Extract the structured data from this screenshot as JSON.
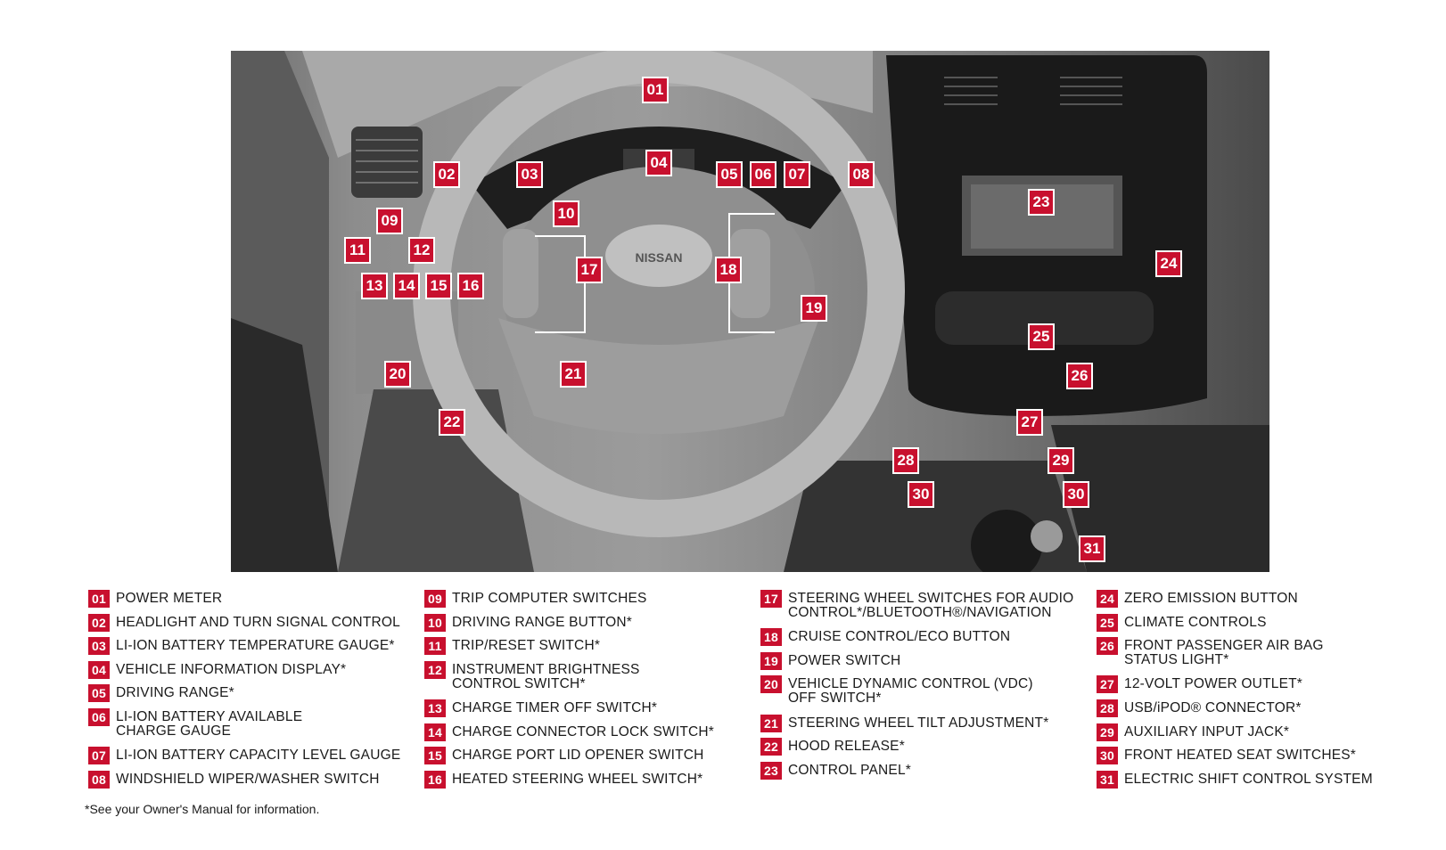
{
  "callouts": {
    "c01": "01",
    "c02": "02",
    "c03": "03",
    "c04": "04",
    "c05": "05",
    "c06": "06",
    "c07": "07",
    "c08": "08",
    "c09": "09",
    "c10": "10",
    "c11": "11",
    "c12": "12",
    "c13": "13",
    "c14": "14",
    "c15": "15",
    "c16": "16",
    "c17": "17",
    "c18": "18",
    "c19": "19",
    "c20": "20",
    "c21": "21",
    "c22": "22",
    "c23": "23",
    "c24": "24",
    "c25": "25",
    "c26": "26",
    "c27": "27",
    "c28": "28",
    "c29": "29",
    "c30a": "30",
    "c30b": "30",
    "c31": "31"
  },
  "photo": {
    "logo_text": "NISSAN"
  },
  "legend": {
    "col1": [
      {
        "num": "01",
        "text": "POWER METER"
      },
      {
        "num": "02",
        "text": "HEADLIGHT AND TURN SIGNAL CONTROL"
      },
      {
        "num": "03",
        "text": "LI-ION BATTERY TEMPERATURE GAUGE*"
      },
      {
        "num": "04",
        "text": "VEHICLE INFORMATION DISPLAY*"
      },
      {
        "num": "05",
        "text": "DRIVING RANGE*"
      },
      {
        "num": "06",
        "text": "LI-ION BATTERY AVAILABLE\nCHARGE GAUGE"
      },
      {
        "num": "07",
        "text": "LI-ION BATTERY CAPACITY LEVEL GAUGE"
      },
      {
        "num": "08",
        "text": "WINDSHIELD WIPER/WASHER SWITCH"
      }
    ],
    "col2": [
      {
        "num": "09",
        "text": "TRIP COMPUTER SWITCHES"
      },
      {
        "num": "10",
        "text": "DRIVING RANGE BUTTON*"
      },
      {
        "num": "11",
        "text": "TRIP/RESET SWITCH*"
      },
      {
        "num": "12",
        "text": "INSTRUMENT BRIGHTNESS\nCONTROL SWITCH*"
      },
      {
        "num": "13",
        "text": "CHARGE TIMER OFF SWITCH*"
      },
      {
        "num": "14",
        "text": "CHARGE CONNECTOR LOCK SWITCH*"
      },
      {
        "num": "15",
        "text": "CHARGE PORT LID OPENER SWITCH"
      },
      {
        "num": "16",
        "text": "HEATED STEERING WHEEL SWITCH*"
      }
    ],
    "col3": [
      {
        "num": "17",
        "text": "STEERING WHEEL SWITCHES FOR AUDIO\nCONTROL*/BLUETOOTH®/NAVIGATION"
      },
      {
        "num": "18",
        "text": "CRUISE CONTROL/ECO BUTTON"
      },
      {
        "num": "19",
        "text": "POWER SWITCH"
      },
      {
        "num": "20",
        "text": "VEHICLE DYNAMIC CONTROL (VDC)\nOFF SWITCH*"
      },
      {
        "num": "21",
        "text": "STEERING WHEEL TILT ADJUSTMENT*"
      },
      {
        "num": "22",
        "text": "HOOD RELEASE*"
      },
      {
        "num": "23",
        "text": "CONTROL PANEL*"
      }
    ],
    "col4": [
      {
        "num": "24",
        "text": "ZERO EMISSION BUTTON"
      },
      {
        "num": "25",
        "text": "CLIMATE CONTROLS"
      },
      {
        "num": "26",
        "text": "FRONT PASSENGER AIR BAG\nSTATUS LIGHT*"
      },
      {
        "num": "27",
        "text": "12-VOLT POWER OUTLET*"
      },
      {
        "num": "28",
        "text": "USB/iPOD® CONNECTOR*"
      },
      {
        "num": "29",
        "text": "AUXILIARY INPUT JACK*"
      },
      {
        "num": "30",
        "text": "FRONT HEATED SEAT SWITCHES*"
      },
      {
        "num": "31",
        "text": "ELECTRIC SHIFT CONTROL SYSTEM"
      }
    ]
  },
  "footnote": "*See your Owner's Manual for information.",
  "colors": {
    "accent": "#c8102e"
  }
}
